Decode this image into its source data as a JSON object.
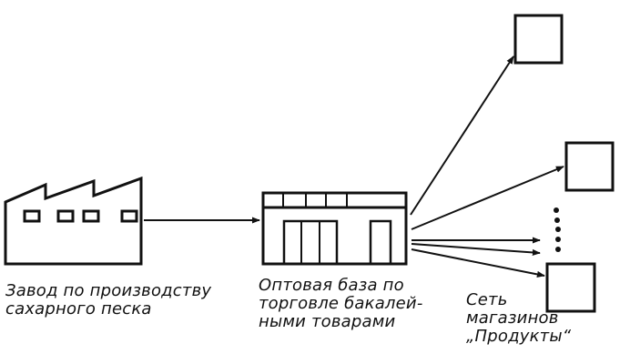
{
  "diagram": {
    "factory": {
      "line1": "Завод по производству",
      "line2": "сахарного песка"
    },
    "warehouse": {
      "line1": "Оптовая база по",
      "line2": "торговле бакалей-",
      "line3": "ными товарами"
    },
    "stores": {
      "line1": "Сеть",
      "line2": "магазинов",
      "line3": "„Продукты“"
    },
    "colors": {
      "ink": "#111111",
      "background": "#ffffff"
    }
  }
}
